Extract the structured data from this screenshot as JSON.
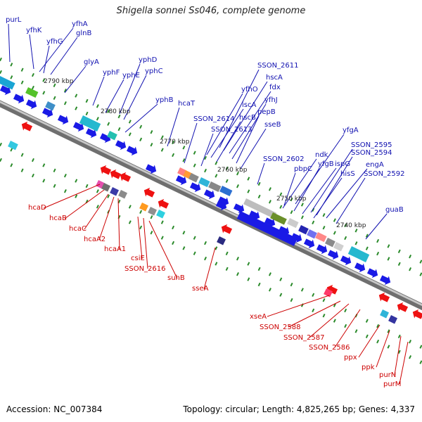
{
  "title": "Shigella sonnei Ss046, complete genome",
  "footer": {
    "accession": "Accession: NC_007384",
    "topology": "Topology: circular; Length: 4,825,265 bp; Genes: 4,337"
  },
  "ticks": [
    "2790 kbp",
    "2780 kbp",
    "2770 kbp",
    "2760 kbp",
    "2750 kbp",
    "2740 kbp"
  ],
  "colors": {
    "forward_arrow": "#1a1ae6",
    "reverse_arrow": "#ee1111",
    "forward_label": "#1010b0",
    "reverse_label": "#cc0000",
    "ruler": "#8a8a8a",
    "tick_mark": "#2a8a2a"
  },
  "genes_forward": [
    "purL",
    "yfhK",
    "yfhA",
    "glnB",
    "yfhG",
    "glyA",
    "yphD",
    "yphF",
    "yphE",
    "yphC",
    "yphB",
    "hcaT",
    "SSON_2611",
    "hscA",
    "yfhO",
    "fdx",
    "iscA",
    "yfhJ",
    "hscB",
    "pepB",
    "SSON_2614",
    "SSON_2613",
    "sseB",
    "yfgA",
    "SSON_2595",
    "SSON_2602",
    "ndk",
    "SSON_2594",
    "pbpC",
    "yfgB",
    "ispG",
    "engA",
    "hisS",
    "SSON_2592",
    "guaB"
  ],
  "genes_reverse": [
    "hcaD",
    "hcaB",
    "hcaC",
    "hcaA2",
    "hcaA1",
    "csiE",
    "SSON_2616",
    "suhB",
    "sseA",
    "xseA",
    "SSON_2588",
    "SSON_2587",
    "SSON_2586",
    "ppx",
    "ppk",
    "purN",
    "purM"
  ]
}
